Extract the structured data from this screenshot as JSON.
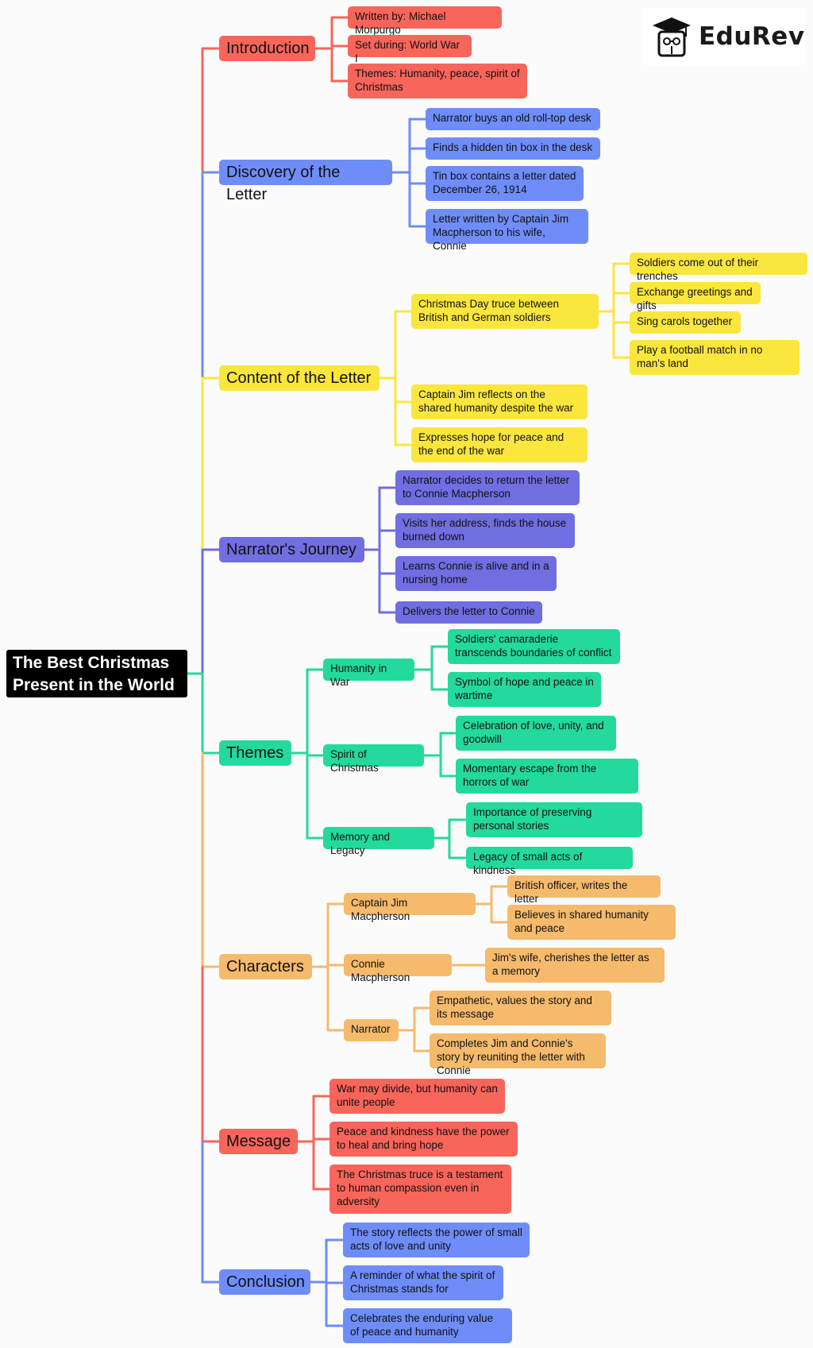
{
  "brand": {
    "name": "EduRev"
  },
  "colors": {
    "red": "#f8655b",
    "blue": "#6f8df8",
    "yellow": "#fbe63d",
    "purple": "#706ee0",
    "green": "#24d99d",
    "orange": "#f6ba6c",
    "root": "#000000"
  },
  "mindmap": {
    "root": "The Best Christmas Present in the World",
    "branches": [
      {
        "label": "Introduction",
        "color": "red",
        "children": [
          "Written by: Michael Morpurgo",
          "Set during: World War I",
          "Themes: Humanity, peace, spirit of Christmas"
        ]
      },
      {
        "label": "Discovery of the Letter",
        "color": "blue",
        "children": [
          "Narrator buys an old roll-top desk",
          "Finds a hidden tin box in the desk",
          "Tin box contains a letter dated December 26, 1914",
          "Letter written by Captain Jim Macpherson to his wife, Connie"
        ]
      },
      {
        "label": "Content of the Letter",
        "color": "yellow",
        "children": [
          {
            "label": "Christmas Day truce between British and German soldiers",
            "children": [
              "Soldiers come out of their trenches",
              "Exchange greetings and gifts",
              "Sing carols together",
              "Play a football match in no man's land"
            ]
          },
          "Captain Jim reflects on the shared humanity despite the war",
          "Expresses hope for peace and the end of the war"
        ]
      },
      {
        "label": "Narrator's Journey",
        "color": "purple",
        "children": [
          "Narrator decides to return the letter to Connie Macpherson",
          "Visits her address, finds the house burned down",
          "Learns Connie is alive and in a nursing home",
          "Delivers the letter to Connie"
        ]
      },
      {
        "label": "Themes",
        "color": "green",
        "children": [
          {
            "label": "Humanity in War",
            "children": [
              "Soldiers' camaraderie transcends boundaries of conflict",
              "Symbol of hope and peace in wartime"
            ]
          },
          {
            "label": "Spirit of Christmas",
            "children": [
              "Celebration of love, unity, and goodwill",
              "Momentary escape from the horrors of war"
            ]
          },
          {
            "label": "Memory and Legacy",
            "children": [
              "Importance of preserving personal stories",
              "Legacy of small acts of kindness"
            ]
          }
        ]
      },
      {
        "label": "Characters",
        "color": "orange",
        "children": [
          {
            "label": "Captain Jim Macpherson",
            "children": [
              "British officer, writes the letter",
              "Believes in shared humanity and peace"
            ]
          },
          {
            "label": "Connie Macpherson",
            "children": [
              "Jim's wife, cherishes the letter as a memory"
            ]
          },
          {
            "label": "Narrator",
            "children": [
              "Empathetic, values the story and its message",
              "Completes Jim and Connie's story by reuniting the letter with Connie"
            ]
          }
        ]
      },
      {
        "label": "Message",
        "color": "red",
        "children": [
          "War may divide, but humanity can unite people",
          "Peace and kindness have the power to heal and bring hope",
          "The Christmas truce is a testament to human compassion even in adversity"
        ]
      },
      {
        "label": "Conclusion",
        "color": "blue",
        "children": [
          "The story reflects the power of small acts of love and unity",
          "A reminder of what the spirit of Christmas stands for",
          "Celebrates the enduring value of peace and humanity"
        ]
      }
    ]
  }
}
